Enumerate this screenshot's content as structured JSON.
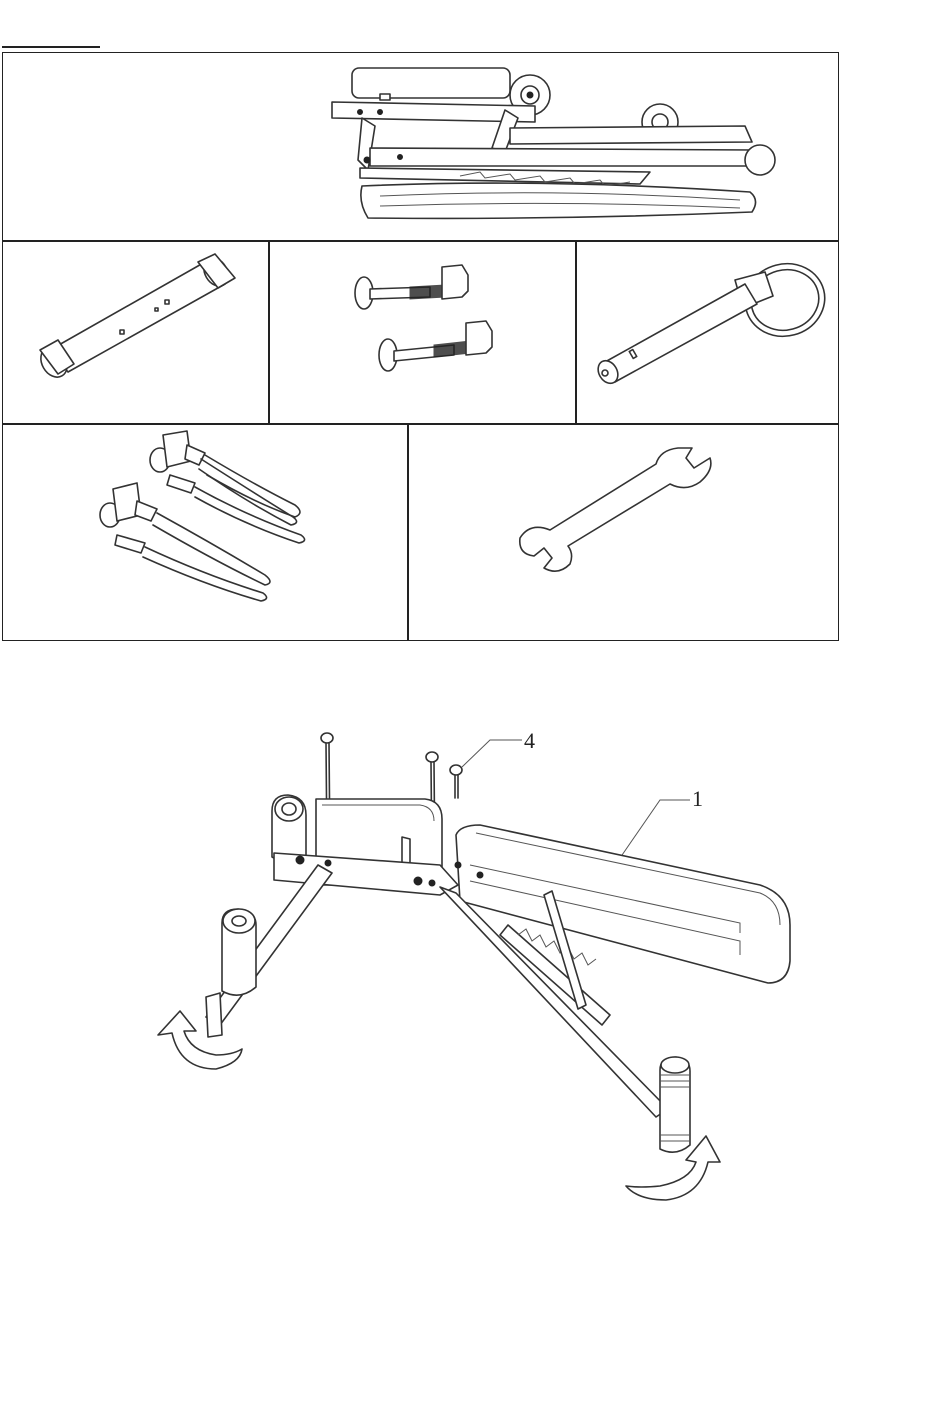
{
  "parts_panel": {
    "parts": [
      {
        "id": "frame",
        "icon": "bench-frame-icon"
      },
      {
        "id": "foam-tube",
        "icon": "foam-roller-tube-icon"
      },
      {
        "id": "bolts",
        "icon": "carriage-bolts-icon"
      },
      {
        "id": "pin",
        "icon": "pull-pin-icon"
      },
      {
        "id": "bands",
        "icon": "resistance-bands-icon"
      },
      {
        "id": "wrench",
        "icon": "wrench-icon"
      }
    ]
  },
  "assembly": {
    "callouts": [
      {
        "number": "4",
        "target": "bolts"
      },
      {
        "number": "1",
        "target": "backrest"
      }
    ],
    "icons": [
      "folded-bench-icon",
      "rotate-arrow-icon"
    ]
  }
}
